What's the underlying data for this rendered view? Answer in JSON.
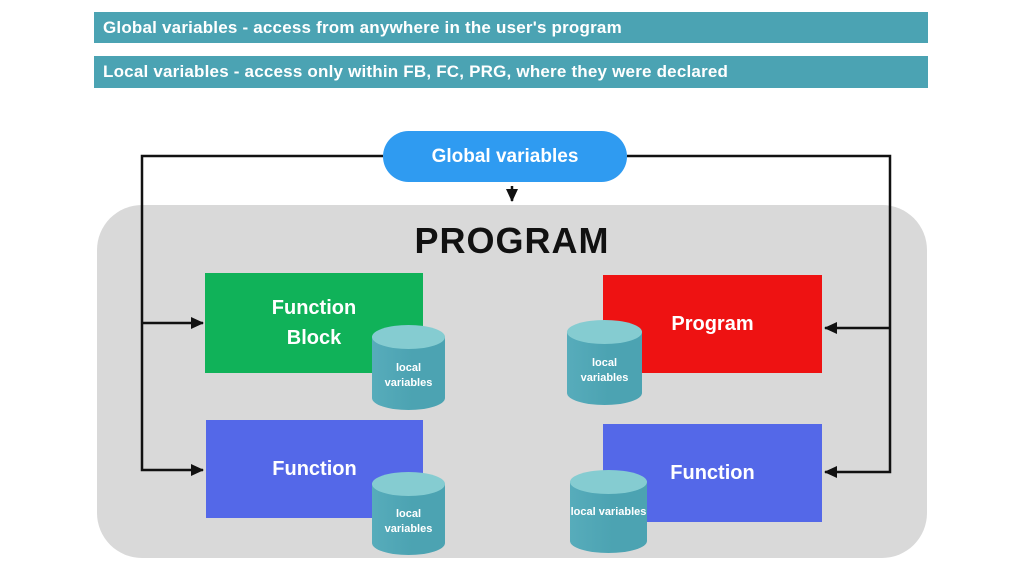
{
  "banners": {
    "global": "Global variables - access from anywhere in the user's program",
    "local": "Local variables - access only within FB, FC, PRG, where they were declared"
  },
  "pill": {
    "label": "Global variables"
  },
  "program_container": {
    "title": "PROGRAM"
  },
  "boxes": {
    "function_block": {
      "label": "Function\nBlock"
    },
    "program": {
      "label": "Program"
    },
    "function_left": {
      "label": "Function"
    },
    "function_right": {
      "label": "Function"
    }
  },
  "cylinders": {
    "label": "local variables"
  },
  "colors": {
    "banner-teal": "#4BA3B3",
    "pill-blue": "#2F9BF1",
    "green": "#10B259",
    "red": "#EE1212",
    "blue": "#5468E8",
    "gray": "#D9D9D9",
    "cylinder": "#4CA3B2",
    "cylinder-light": "#57ACBB",
    "cylinder-top": "#85CCD1",
    "line": "#111111",
    "text-dark": "#111111",
    "text-light": "#FFFFFF"
  }
}
